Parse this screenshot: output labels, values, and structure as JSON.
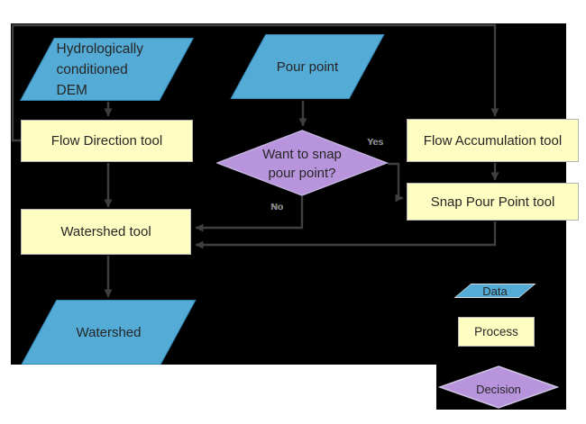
{
  "colors": {
    "data_fill": "#54ABD6",
    "process_fill": "#FEFEC2",
    "decision_fill": "#B794DC",
    "connector": "#3F3F3F",
    "canvas_background": "#000000",
    "page_background": "#FFFFFF"
  },
  "nodes": {
    "dem": {
      "label": "Hydrologically conditioned DEM",
      "type": "data"
    },
    "pour_point": {
      "label": "Pour point",
      "type": "data"
    },
    "flow_direction": {
      "label": "Flow Direction tool",
      "type": "process"
    },
    "flow_accumulation": {
      "label": "Flow Accumulation tool",
      "type": "process"
    },
    "snap_decision": {
      "label": "Want to snap pour point?",
      "type": "decision"
    },
    "snap_pour_point": {
      "label": "Snap Pour Point tool",
      "type": "process"
    },
    "watershed_tool": {
      "label": "Watershed tool",
      "type": "process"
    },
    "watershed": {
      "label": "Watershed",
      "type": "data"
    }
  },
  "edge_labels": {
    "yes": "Yes",
    "no": "No"
  },
  "edges": [
    {
      "from": "dem",
      "to": "flow_direction",
      "label": ""
    },
    {
      "from": "pour_point",
      "to": "snap_decision",
      "label": ""
    },
    {
      "from": "flow_direction",
      "to": "flow_accumulation",
      "label": ""
    },
    {
      "from": "flow_direction",
      "to": "watershed_tool",
      "label": ""
    },
    {
      "from": "flow_accumulation",
      "to": "snap_pour_point",
      "label": ""
    },
    {
      "from": "snap_decision",
      "to": "snap_pour_point",
      "label": "Yes"
    },
    {
      "from": "snap_decision",
      "to": "watershed_tool",
      "label": "No"
    },
    {
      "from": "snap_pour_point",
      "to": "watershed_tool",
      "label": ""
    },
    {
      "from": "watershed_tool",
      "to": "watershed",
      "label": ""
    }
  ],
  "legend": {
    "items": [
      {
        "label": "Data",
        "type": "data"
      },
      {
        "label": "Process",
        "type": "process"
      },
      {
        "label": "Decision",
        "type": "decision"
      }
    ]
  }
}
